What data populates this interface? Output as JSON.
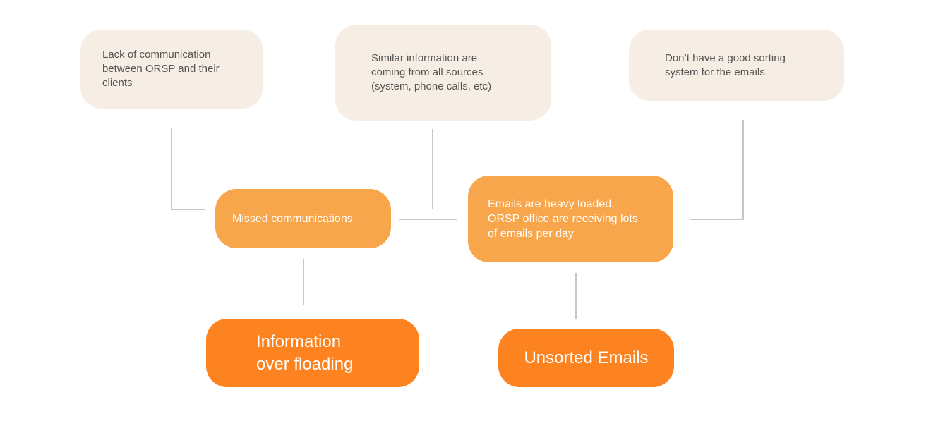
{
  "colors": {
    "cause_bg": "#F6EEE4",
    "mid_bg": "#F8A64B",
    "outcome_bg": "#FC831F",
    "connector": "#B3B3B3"
  },
  "nodes": {
    "cause_1": {
      "text": "Lack of communication\nbetween ORSP and their\nclients"
    },
    "cause_2": {
      "text": "Similar information are\ncoming from all sources\n(system, phone calls, etc)"
    },
    "cause_3": {
      "text": "Don’t have a good sorting\nsystem for the emails."
    },
    "mid_1": {
      "text": "Missed communications"
    },
    "mid_2": {
      "text": "Emails are heavy loaded,\nORSP office are receiving lots\n of emails per day"
    },
    "outcome_1": {
      "text": "Information\nover floading"
    },
    "outcome_2": {
      "text": "Unsorted Emails"
    }
  }
}
